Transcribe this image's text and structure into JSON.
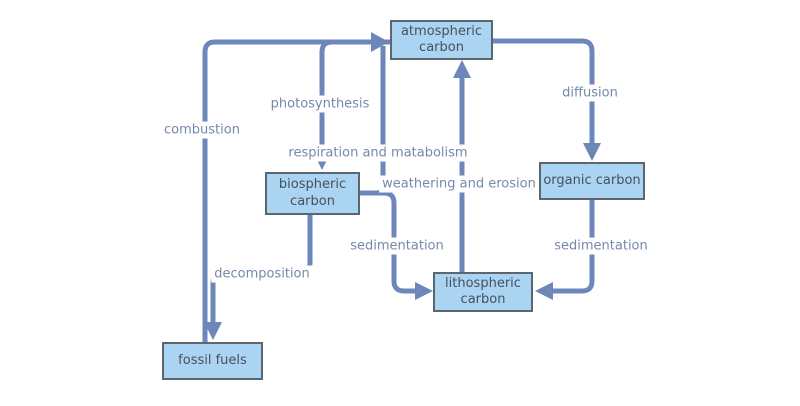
{
  "diagram": {
    "nodes": [
      {
        "id": "atmospheric-carbon",
        "label": "atmospheric carbon"
      },
      {
        "id": "biospheric-carbon",
        "label": "biospheric carbon"
      },
      {
        "id": "organic-carbon",
        "label": "organic carbon"
      },
      {
        "id": "lithospheric-carbon",
        "label": "lithospheric carbon"
      },
      {
        "id": "fossil-fuels",
        "label": "fossil fuels"
      }
    ],
    "edges": [
      {
        "id": "combustion",
        "label": "combustion",
        "from": "fossil fuels",
        "to": "atmospheric carbon"
      },
      {
        "id": "photosynthesis",
        "label": "photosynthesis",
        "from": "atmospheric carbon",
        "to": "biospheric carbon"
      },
      {
        "id": "respiration",
        "label": "respiration and matabolism",
        "from": "biospheric carbon",
        "to": "atmospheric carbon"
      },
      {
        "id": "diffusion",
        "label": "diffusion",
        "from": "atmospheric carbon",
        "to": "organic carbon"
      },
      {
        "id": "weathering-and-erosion",
        "label": "weathering and erosion",
        "from": "lithospheric carbon",
        "to": "atmospheric carbon"
      },
      {
        "id": "sedimentation-biospheric",
        "label": "sedimentation",
        "from": "biospheric carbon",
        "to": "lithospheric carbon"
      },
      {
        "id": "sedimentation-organic",
        "label": "sedimentation",
        "from": "organic carbon",
        "to": "lithospheric carbon"
      },
      {
        "id": "decomposition",
        "label": "decomposition",
        "from": "biospheric carbon",
        "to": "fossil fuels"
      }
    ],
    "colors": {
      "background": "#ffffff",
      "node_fill": "#aad4f2",
      "node_border": "#5b6770",
      "node_text": "#44525e",
      "arrow": "#6d87ba",
      "edge_label_text": "#7589a9"
    }
  }
}
